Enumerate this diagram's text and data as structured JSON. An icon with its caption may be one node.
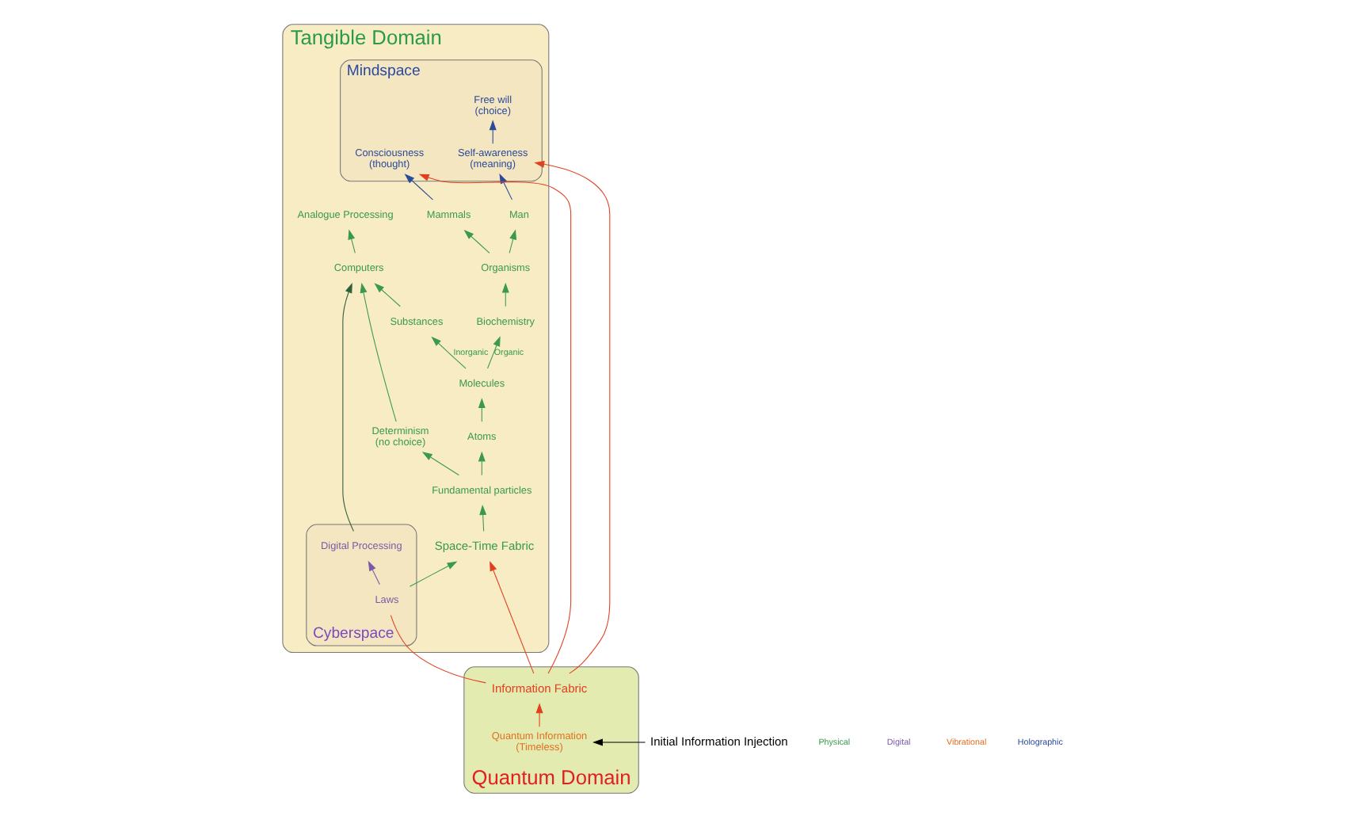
{
  "diagram": {
    "nodes": [
      {
        "text": [
          "Tangible Domain"
        ]
      },
      {
        "text": [
          "Molecules"
        ],
        "in": 0
      },
      {
        "text": [
          "Substances"
        ],
        "in": 0
      },
      {
        "text": [
          "Biochemistry"
        ],
        "in": 0
      },
      {
        "text": [
          "Atoms"
        ],
        "in": 0
      },
      {
        "text": [
          "Computers"
        ],
        "in": 0
      },
      {
        "text": [
          "Determinism",
          "(no choice)"
        ],
        "in": 0
      },
      {
        "text": [
          "Fundamental particles"
        ],
        "in": 0
      },
      {
        "text": [
          "Organisms"
        ],
        "in": 0
      },
      {
        "text": [
          "Analogue Processing"
        ],
        "in": 0
      },
      {
        "text": [
          "Space-Time Fabric"
        ],
        "in": 0
      },
      {
        "text": [
          "Mammals"
        ],
        "in": 0
      },
      {
        "text": [
          "Man"
        ],
        "in": 0
      },
      {
        "text": [
          "Cyberspace"
        ],
        "in": 0
      },
      {
        "text": [
          "Digital Processing"
        ],
        "in": 13
      },
      {
        "text": [
          "Laws"
        ],
        "in": 13
      },
      {
        "text": [
          "Mindspace"
        ],
        "in": 0
      },
      {
        "text": [
          "Consciousness",
          "(thought)"
        ],
        "in": 16
      },
      {
        "text": [
          "Self-awareness",
          "(meaning)"
        ],
        "in": 16
      },
      {
        "text": [
          "Free will",
          "(choice)"
        ],
        "in": 16
      },
      {
        "text": [
          "Quantum Domain"
        ]
      },
      {
        "text": [
          "Information Fabric"
        ],
        "in": 20
      },
      {
        "text": [
          "Quantum Information",
          "(Timeless)"
        ],
        "in": 20
      },
      {
        "text": [
          "Initial Information Injection"
        ]
      }
    ],
    "edges": [
      {
        "from": 1,
        "to": 2,
        "arrow": "to",
        "label": "Inorganic"
      },
      {
        "from": 1,
        "to": 3,
        "arrow": "to",
        "label": "Organic"
      },
      {
        "from": 4,
        "to": 1,
        "arrow": "to"
      },
      {
        "from": 2,
        "to": 5,
        "arrow": "to"
      },
      {
        "from": 6,
        "to": 5,
        "arrow": "to"
      },
      {
        "from": 7,
        "to": 6,
        "arrow": "to"
      },
      {
        "from": 7,
        "to": 4,
        "arrow": "to"
      },
      {
        "from": 10,
        "to": 7,
        "arrow": "to"
      },
      {
        "from": 3,
        "to": 8,
        "arrow": "to"
      },
      {
        "from": 8,
        "to": 11,
        "arrow": "to"
      },
      {
        "from": 8,
        "to": 12,
        "arrow": "to"
      },
      {
        "from": 5,
        "to": 9,
        "arrow": "to"
      },
      {
        "from": 14,
        "to": 5,
        "arrow": "to",
        "color": "#2f5f3a"
      },
      {
        "from": 15,
        "to": 14,
        "arrow": "to",
        "color": "#7a5aa8"
      },
      {
        "from": 15,
        "to": 10,
        "arrow": "to"
      },
      {
        "from": 21,
        "to": 15,
        "arrow": "none",
        "color": "#e04020"
      },
      {
        "from": 21,
        "to": 10,
        "arrow": "to",
        "color": "#e04020"
      },
      {
        "from": 22,
        "to": 21,
        "arrow": "to",
        "color": "#e04020"
      },
      {
        "from": 21,
        "to": 17,
        "arrow": "to",
        "color": "#e04020"
      },
      {
        "from": 21,
        "to": 18,
        "arrow": "to",
        "color": "#e04020"
      },
      {
        "from": 11,
        "to": 17,
        "arrow": "to",
        "color": "#2a4a9a"
      },
      {
        "from": 12,
        "to": 18,
        "arrow": "to",
        "color": "#2a4a9a"
      },
      {
        "from": 18,
        "to": 19,
        "arrow": "to",
        "color": "#2a4a9a"
      },
      {
        "from": 23,
        "to": 22,
        "arrow": "to",
        "color": "#000000"
      }
    ],
    "labels": [
      "Physical",
      "Digital",
      "Vibrational",
      "Holographic"
    ]
  }
}
